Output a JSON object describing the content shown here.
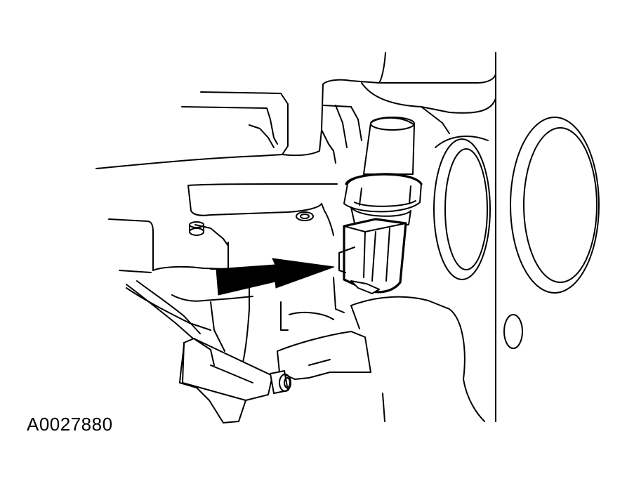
{
  "figure": {
    "id_label": "A0027880"
  },
  "illustration": {
    "subject": "sensor-switch-with-electrical-connector",
    "indicator": "arrow-pointing-right",
    "style": "black-line-art",
    "colors": {
      "line": "#000000",
      "background": "#ffffff"
    }
  }
}
